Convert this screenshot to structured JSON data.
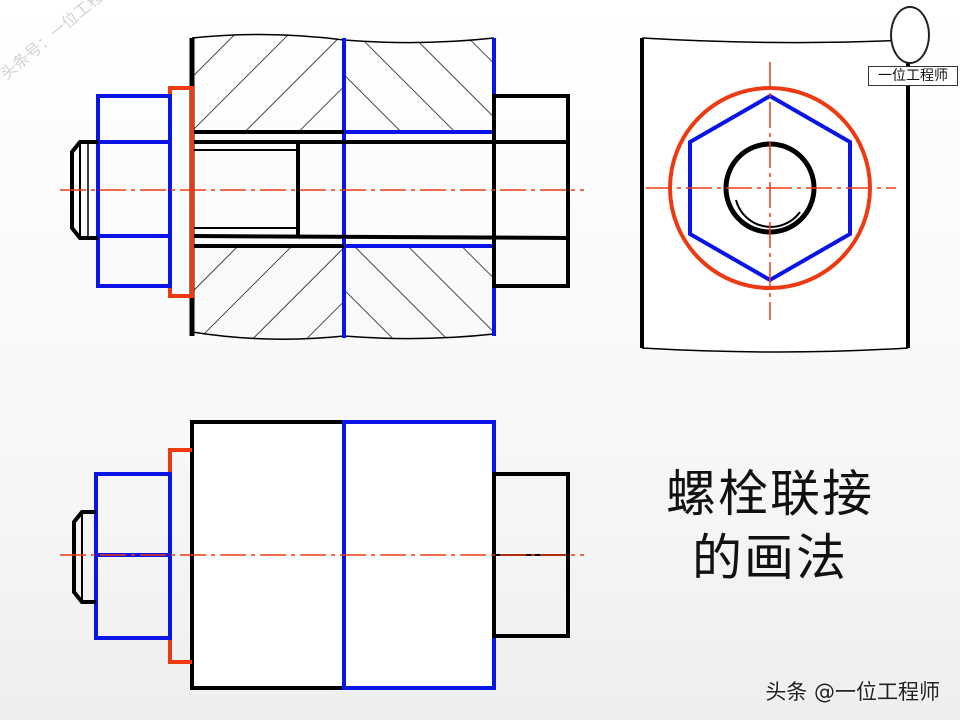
{
  "title": {
    "line1": "螺栓联接",
    "line2": "的画法"
  },
  "footer": {
    "text": "头条 @一位工程师"
  },
  "watermark": {
    "diagonal_text": "头条号：一位工程师",
    "logo_text": "一位工程师"
  },
  "colors": {
    "outline": "#000000",
    "nut": "#0a14e6",
    "washer": "#ee3a12",
    "centerline": "#ee3a12",
    "background": "#ffffff"
  },
  "views": [
    "sectional-front-view",
    "left-side-view",
    "exterior-front-view"
  ]
}
